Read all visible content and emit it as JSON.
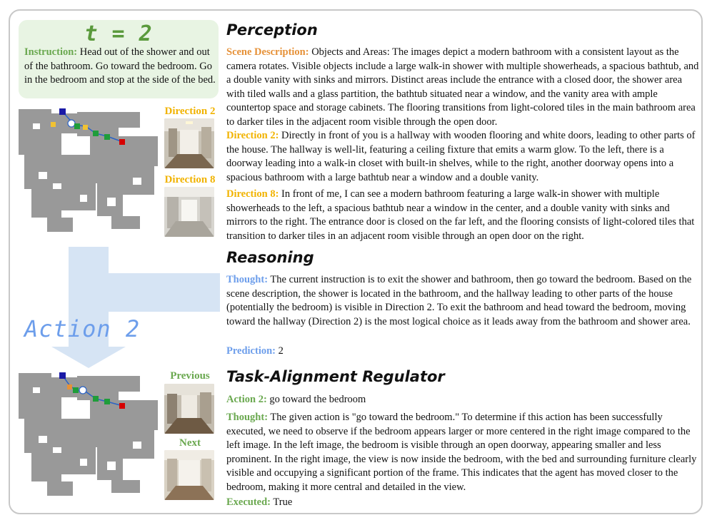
{
  "left": {
    "title": "t = 2",
    "instruction_label": "Instruction:",
    "instruction_text": "Head out of the shower and out of the bathroom.  Go toward the bedroom.  Go in the bedroom and stop at the side of the bed.",
    "direction2_label": "Direction 2",
    "direction8_label": "Direction 8",
    "action_label": "Action 2",
    "previous_label": "Previous",
    "next_label": "Next"
  },
  "perception": {
    "title": "Perception",
    "scene_label": "Scene Description:",
    "scene_text": "Objects and Areas: The images depict a modern bathroom with a consistent layout as the camera rotates. Visible objects include a large walk-in shower with multiple showerheads, a spacious bathtub, and a double vanity with sinks and mirrors. Distinct areas include the entrance with a closed door, the shower area with tiled walls and a glass partition, the bathtub situated near a window, and the vanity area with ample countertop space and storage cabinets. The flooring transitions from light-colored tiles in the main bathroom area to darker tiles in the adjacent room visible through the open door.",
    "dir2_label": "Direction 2:",
    "dir2_text": "Directly in front of you is a hallway with wooden flooring and white doors, leading to other parts of the house. The hallway is well-lit, featuring a ceiling fixture that emits a warm glow. To the left, there is a doorway leading into a walk-in closet with built-in shelves, while to the right, another doorway opens into a spacious bathroom with a large bathtub near a window and a double vanity.",
    "dir8_label": "Direction 8:",
    "dir8_text": "In front of me, I can see a modern bathroom featuring a large walk-in shower with multiple showerheads to the left, a spacious bathtub near a window in the center, and a double vanity with sinks and mirrors to the right. The entrance door is closed on the far left, and the flooring consists of light-colored tiles that transition to darker tiles in an adjacent room visible through an open door on the right."
  },
  "reasoning": {
    "title": "Reasoning",
    "thought_label": "Thought:",
    "thought_text": "The current instruction is to exit the shower and bathroom, then go toward the bedroom. Based on the scene description, the shower is located in the bathroom, and the hallway leading to other parts of the house (potentially the bedroom) is visible in Direction 2. To exit the bathroom and head toward the bedroom, moving toward the hallway (Direction 2) is the most logical choice as it leads away from the bathroom and shower area.",
    "prediction_label": "Prediction:",
    "prediction_value": "2"
  },
  "regulator": {
    "title": "Task-Alignment Regulator",
    "action_label": "Action 2:",
    "action_text": "go toward the bedroom",
    "thought_label": "Thought:",
    "thought_text": "The given action is \"go toward the bedroom.\" To determine if this action has been successfully executed, we need to observe if the bedroom appears larger or more centered in the right image compared to the left image. In the left image, the bedroom is visible through an open doorway, appearing smaller and less prominent. In the right image, the view is now inside the bedroom, with the bed and surrounding furniture clearly visible and occupying a significant portion of the frame. This indicates that the agent has moved closer to the bedroom, making it more central and detailed in the view.",
    "executed_label": "Executed:",
    "executed_value": "True"
  },
  "colors": {
    "green": "#6aa84f",
    "orange": "#e69138",
    "gold": "#f1b300",
    "blue": "#6d9eeb",
    "instruction_bg": "#e8f4e3",
    "arrow": "#d6e4f4",
    "map_gray": "#999999"
  }
}
